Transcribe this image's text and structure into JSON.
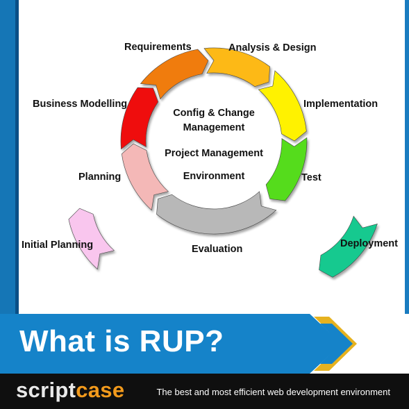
{
  "diagram": {
    "phases": [
      {
        "id": "requirements",
        "label": "Requirements",
        "color": "#f07c0d"
      },
      {
        "id": "analysis-design",
        "label": "Analysis & Design",
        "color": "#fdb913"
      },
      {
        "id": "implementation",
        "label": "Implementation",
        "color": "#fff200"
      },
      {
        "id": "test",
        "label": "Test",
        "color": "#54dc1c"
      },
      {
        "id": "deployment",
        "label": "Deployment",
        "color": "#14c98f"
      },
      {
        "id": "evaluation",
        "label": "Evaluation",
        "color": "#b8b8b8"
      },
      {
        "id": "planning",
        "label": "Planning",
        "color": "#f4b8b7"
      },
      {
        "id": "business-modelling",
        "label": "Business Modelling",
        "color": "#ef1010"
      },
      {
        "id": "initial-planning",
        "label": "Initial Planning",
        "color": "#f9c6ee"
      }
    ],
    "center": {
      "config_line1": "Config & Change",
      "config_line2": "Management",
      "project_management": "Project Management",
      "environment": "Environment"
    }
  },
  "banner": {
    "title": "What is RUP?",
    "color": "#1583c9",
    "chevron_color": "#e6b21f"
  },
  "footer": {
    "brand_part1": "script",
    "brand_part2": "case",
    "tagline": "The best and most efficient web development environment"
  }
}
